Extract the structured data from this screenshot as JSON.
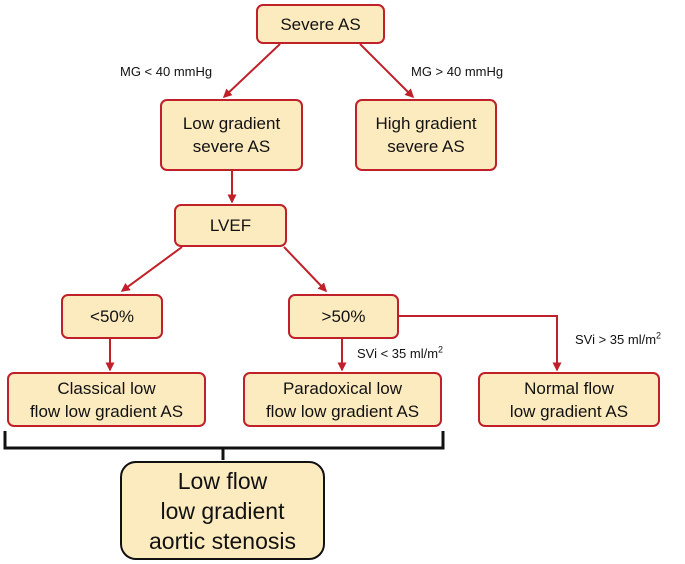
{
  "colors": {
    "box_fill": "#fdebc0",
    "box_border": "#c0202a",
    "arrow": "#c0202a",
    "bracket": "#111111"
  },
  "nodes": {
    "severe_as": "Severe AS",
    "low_gradient": {
      "line1": "Low gradient",
      "line2": "severe AS"
    },
    "high_gradient": {
      "line1": "High gradient",
      "line2": "severe AS"
    },
    "lvef": "LVEF",
    "lt50": "<50%",
    "gt50": ">50%",
    "classical": {
      "line1": "Classical low",
      "line2": "flow low gradient AS"
    },
    "paradoxical": {
      "line1": "Paradoxical low",
      "line2": "flow low gradient AS"
    },
    "normal_flow": {
      "line1": "Normal flow",
      "line2": "low gradient AS"
    },
    "lflg": {
      "line1": "Low flow",
      "line2": "low gradient",
      "line3": "aortic stenosis"
    }
  },
  "edge_labels": {
    "mg_lt": "MG < 40 mmHg",
    "mg_gt": "MG > 40 mmHg",
    "svi_lt": "SVi < 35 ml/m",
    "svi_gt": "SVi > 35 ml/m",
    "unit_exp": "2"
  }
}
